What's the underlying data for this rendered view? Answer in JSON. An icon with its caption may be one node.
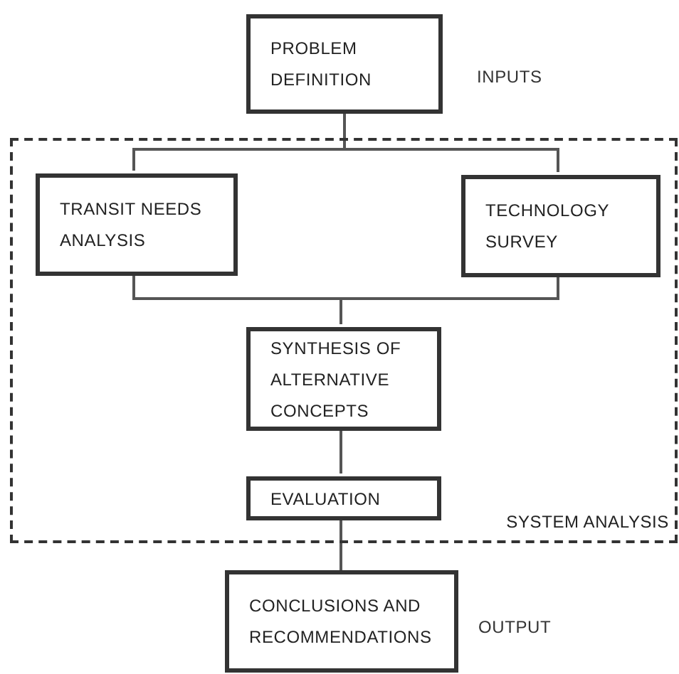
{
  "diagram": {
    "nodes": [
      {
        "text": [
          "PROBLEM DEFINITION"
        ]
      },
      {
        "text": [
          "SYSTEM ANALYSIS"
        ]
      },
      {
        "text": [
          "TRANSIT NEEDS ANALYSIS"
        ],
        "in": 1
      },
      {
        "text": [
          "TECHNOLOGY SURVEY"
        ],
        "in": 1
      },
      {
        "text": [
          "SYNTHESIS OF ALTERNATIVE CONCEPTS"
        ],
        "in": 1
      },
      {
        "text": [
          "EVALUATION"
        ],
        "in": 1
      },
      {
        "text": [
          "CONCLUSIONS AND RECOMMENDATIONS"
        ]
      }
    ],
    "edges": [
      {
        "from": 0,
        "to": 2,
        "arrow": "none"
      },
      {
        "from": 0,
        "to": 3,
        "arrow": "none"
      },
      {
        "from": 2,
        "to": 4,
        "arrow": "none"
      },
      {
        "from": 3,
        "to": 4,
        "arrow": "none"
      },
      {
        "from": 4,
        "to": 5,
        "arrow": "none"
      },
      {
        "from": 5,
        "to": 6,
        "arrow": "none"
      }
    ],
    "labels": [
      "INPUTS",
      "OUTPUT"
    ]
  }
}
